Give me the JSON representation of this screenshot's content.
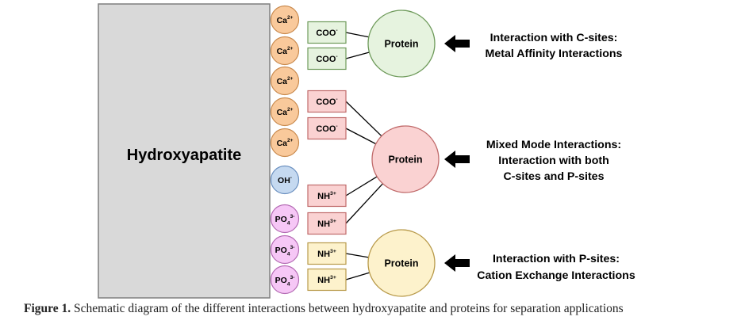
{
  "block_label": "Hydroxyapatite",
  "surface_sites": [
    {
      "base": "Ca",
      "sup": "2+",
      "sub": "",
      "fill": "#f9c99b",
      "stroke": "#c98a4e"
    },
    {
      "base": "Ca",
      "sup": "2+",
      "sub": "",
      "fill": "#f9c99b",
      "stroke": "#c98a4e"
    },
    {
      "base": "Ca",
      "sup": "2+",
      "sub": "",
      "fill": "#f9c99b",
      "stroke": "#c98a4e"
    },
    {
      "base": "Ca",
      "sup": "2+",
      "sub": "",
      "fill": "#f9c99b",
      "stroke": "#c98a4e"
    },
    {
      "base": "Ca",
      "sup": "2+",
      "sub": "",
      "fill": "#f9c99b",
      "stroke": "#c98a4e"
    },
    {
      "base": "OH",
      "sup": "-",
      "sub": "",
      "fill": "#c5d9f0",
      "stroke": "#6a8fbf"
    },
    {
      "base": "PO",
      "sup": "3-",
      "sub": "4",
      "fill": "#f6c7f6",
      "stroke": "#b36ab3"
    },
    {
      "base": "PO",
      "sup": "3-",
      "sub": "4",
      "fill": "#f6c7f6",
      "stroke": "#b36ab3"
    },
    {
      "base": "PO",
      "sup": "3-",
      "sub": "4",
      "fill": "#f6c7f6",
      "stroke": "#b36ab3"
    }
  ],
  "groups": [
    {
      "base": "COO",
      "sup": "-",
      "fill": "#e6f3df",
      "stroke": "#6e9a5a"
    },
    {
      "base": "COO",
      "sup": "-",
      "fill": "#e6f3df",
      "stroke": "#6e9a5a"
    },
    {
      "base": "COO",
      "sup": "-",
      "fill": "#fad2d2",
      "stroke": "#c06a6a"
    },
    {
      "base": "COO",
      "sup": "-",
      "fill": "#fad2d2",
      "stroke": "#c06a6a"
    },
    {
      "base": "NH",
      "sup": "3+",
      "fill": "#fad2d2",
      "stroke": "#c06a6a"
    },
    {
      "base": "NH",
      "sup": "3+",
      "fill": "#fad2d2",
      "stroke": "#c06a6a"
    },
    {
      "base": "NH",
      "sup": "3+",
      "fill": "#fdf2cc",
      "stroke": "#b89a4a"
    },
    {
      "base": "NH",
      "sup": "3+",
      "fill": "#fdf2cc",
      "stroke": "#b89a4a"
    }
  ],
  "proteins": [
    {
      "label": "Protein",
      "fill": "#e6f3df",
      "stroke": "#6e9a5a",
      "group_indices": [
        0,
        1
      ]
    },
    {
      "label": "Protein",
      "fill": "#fad2d2",
      "stroke": "#c06a6a",
      "group_indices": [
        2,
        3,
        4,
        5
      ]
    },
    {
      "label": "Protein",
      "fill": "#fdf2cc",
      "stroke": "#b89a4a",
      "group_indices": [
        6,
        7
      ]
    }
  ],
  "annotations": [
    {
      "lines": [
        "Interaction with C-sites:",
        "Metal Affinity Interactions"
      ]
    },
    {
      "lines": [
        "Mixed Mode Interactions:",
        "Interaction with both",
        "C-sites and P-sites"
      ]
    },
    {
      "lines": [
        "Interaction with P-sites:",
        "Cation Exchange Interactions"
      ]
    }
  ],
  "caption": {
    "prefix": "Figure 1.",
    "text": " Schematic diagram of the different interactions between hydroxyapatite and proteins for separation applications"
  }
}
